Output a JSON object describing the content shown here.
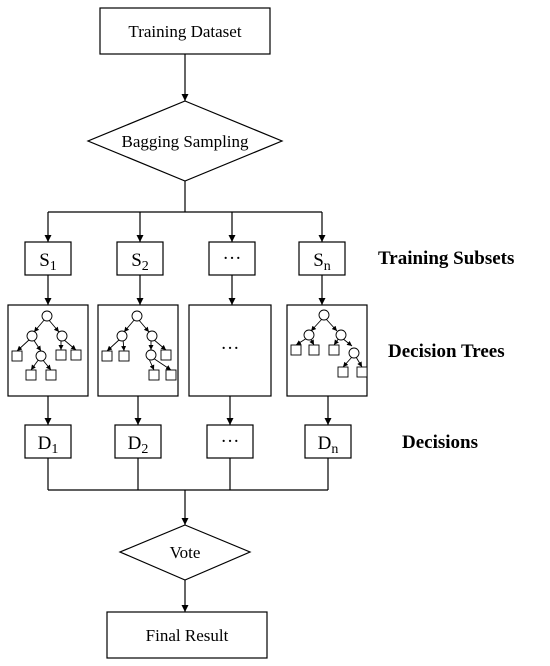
{
  "nodes": {
    "dataset": "Training Dataset",
    "bagging": "Bagging Sampling",
    "vote": "Vote",
    "final": "Final Result"
  },
  "subsets": [
    {
      "main": "S",
      "index": "1"
    },
    {
      "main": "S",
      "index": "2"
    },
    {
      "main": "···",
      "index": ""
    },
    {
      "main": "S",
      "index": "n"
    }
  ],
  "trees": {
    "placeholder": "···"
  },
  "decisions": [
    {
      "main": "D",
      "index": "1"
    },
    {
      "main": "D",
      "index": "2"
    },
    {
      "main": "···",
      "index": ""
    },
    {
      "main": "D",
      "index": "n"
    }
  ],
  "row_labels": {
    "subsets": "Training Subsets",
    "trees": "Decision Trees",
    "decisions": "Decisions"
  }
}
